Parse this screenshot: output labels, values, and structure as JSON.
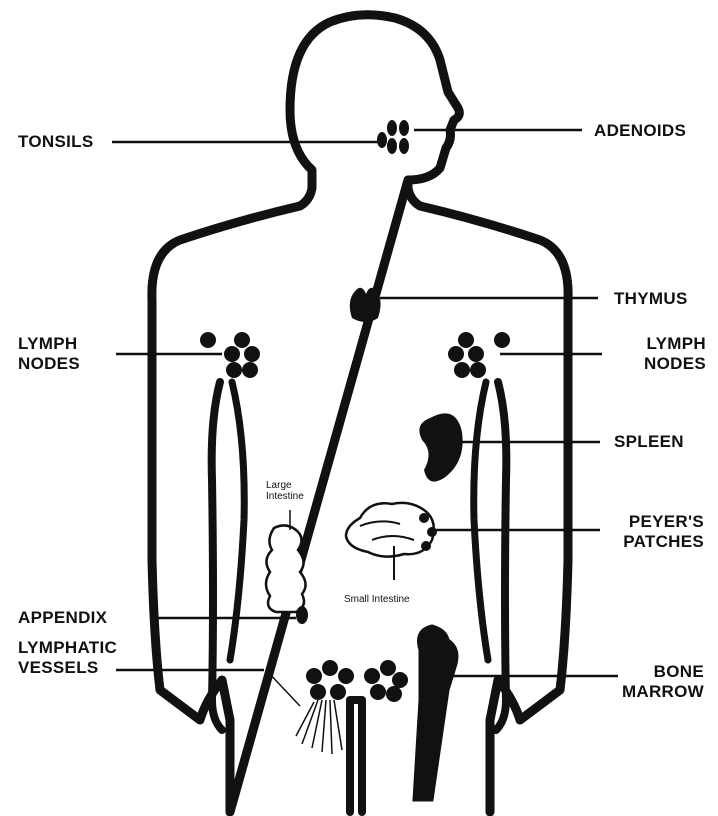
{
  "labels": {
    "tonsils": "TONSILS",
    "adenoids": "ADENOIDS",
    "thymus": "THYMUS",
    "lymph_nodes_left": [
      "LYMPH",
      "NODES"
    ],
    "lymph_nodes_right": [
      "LYMPH",
      "NODES"
    ],
    "spleen": "SPLEEN",
    "peyers_patches": [
      "PEYER'S",
      "PATCHES"
    ],
    "appendix": "APPENDIX",
    "lymphatic_vessels": [
      "LYMPHATIC",
      "VESSELS"
    ],
    "bone_marrow": [
      "BONE",
      "MARROW"
    ],
    "large_intestine": [
      "Large",
      "Intestine"
    ],
    "small_intestine": "Small Intestine"
  },
  "colors": {
    "ink": "#111111",
    "background": "#ffffff"
  }
}
